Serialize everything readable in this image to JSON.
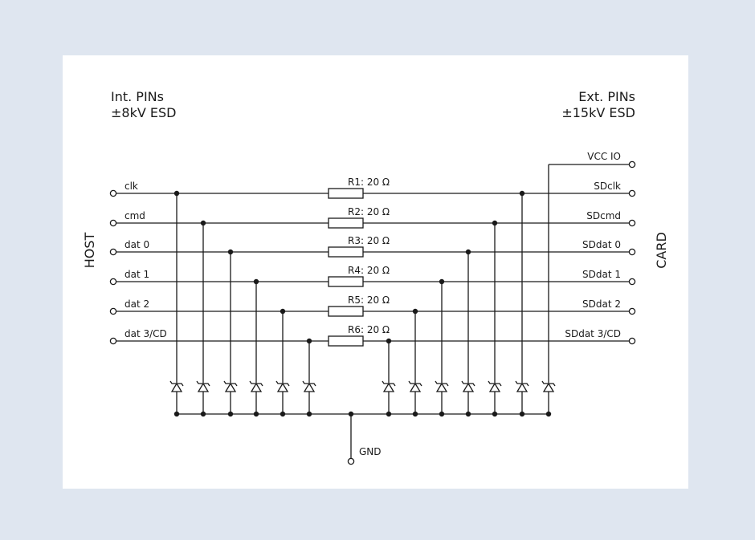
{
  "headers": {
    "left": [
      "Int. PINs",
      "±8kV ESD"
    ],
    "right": [
      "Ext. PINs",
      "±15kV ESD"
    ]
  },
  "sides": {
    "left": "HOST",
    "right": "CARD"
  },
  "vcc_label": "VCC IO",
  "gnd_label": "GND",
  "lines": [
    {
      "host": "clk",
      "card": "SDclk",
      "resistor": "R1: 20 Ω"
    },
    {
      "host": "cmd",
      "card": "SDcmd",
      "resistor": "R2: 20 Ω"
    },
    {
      "host": "dat 0",
      "card": "SDdat 0",
      "resistor": "R3: 20 Ω"
    },
    {
      "host": "dat 1",
      "card": "SDdat 1",
      "resistor": "R4: 20 Ω"
    },
    {
      "host": "dat 2",
      "card": "SDdat 2",
      "resistor": "R5: 20 Ω"
    },
    {
      "host": "dat 3/CD",
      "card": "SDdat 3/CD",
      "resistor": "R6: 20 Ω"
    }
  ],
  "colors": {
    "background": "#dfe6f0",
    "panel": "#ffffff",
    "ink": "#1a1a1a"
  }
}
